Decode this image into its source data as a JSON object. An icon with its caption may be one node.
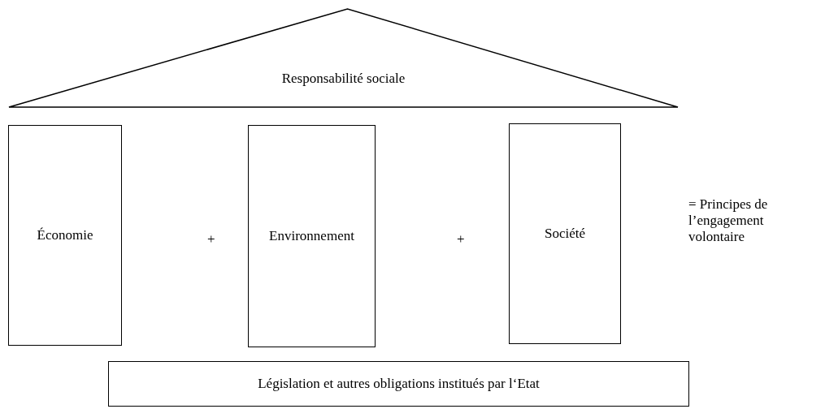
{
  "diagram": {
    "nodes": [
      {
        "text": [
          "Responsabilité sociale"
        ]
      },
      {
        "text": [
          "Économie"
        ]
      },
      {
        "text": [
          "Environnement"
        ]
      },
      {
        "text": [
          "Société"
        ]
      },
      {
        "text": [
          "Législation et autres obligations institués par l‘Etat"
        ]
      }
    ],
    "labels": [
      "+",
      "+",
      "= Principes de l’engagement volontaire"
    ]
  }
}
